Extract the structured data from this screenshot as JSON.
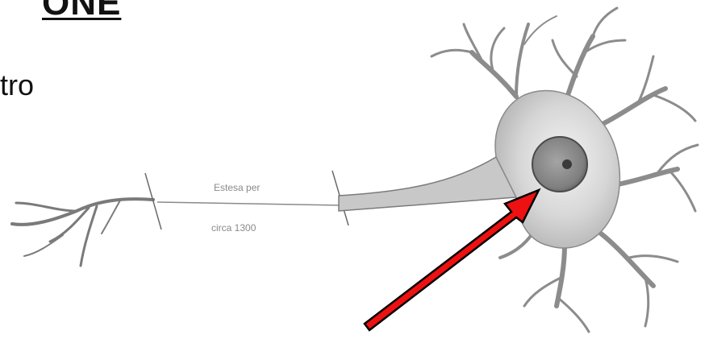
{
  "slide": {
    "title_fragment": "ONE",
    "text_fragment": "tro"
  },
  "figure": {
    "label_top": "Estesa per",
    "label_bottom": "circa 1300"
  },
  "arrow": {
    "fill_color": "#ee1111",
    "outline_color": "#000000"
  }
}
